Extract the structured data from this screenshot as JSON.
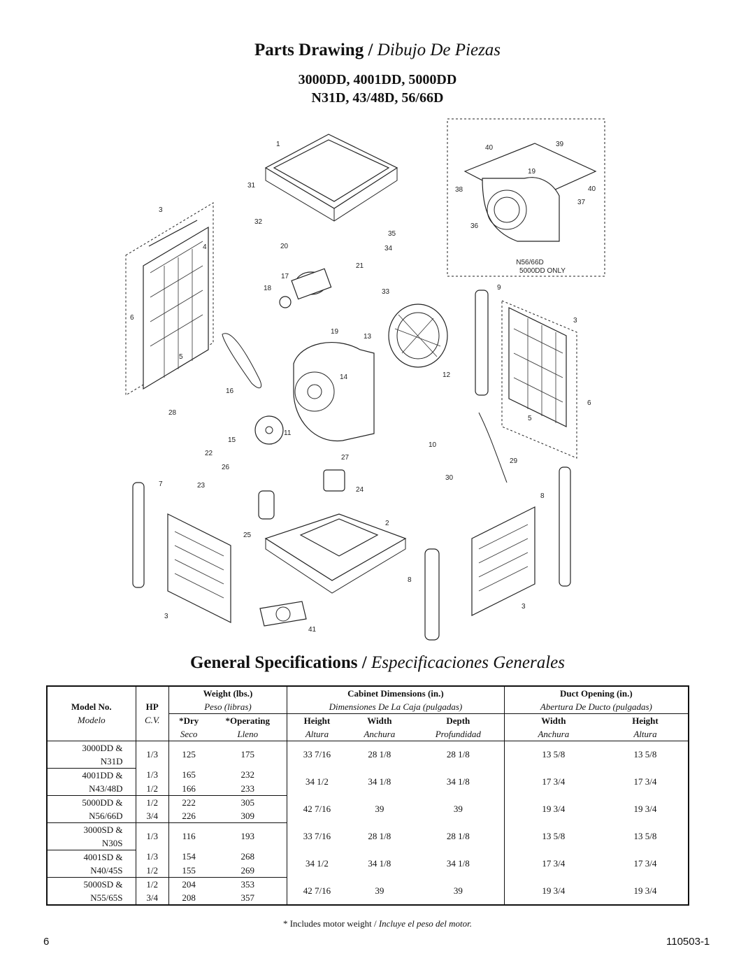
{
  "titles": {
    "parts_drawing": "Parts Drawing",
    "separator": "/",
    "parts_drawing_es": "Dibujo De Piezas",
    "models_line1": "3000DD, 4001DD, 5000DD",
    "models_line2": "N31D, 43/48D, 56/66D",
    "general_specs": "General Specifications",
    "general_specs_es": "Especificaciones Generales"
  },
  "drawing": {
    "inset_note_line1": "N56/66D",
    "inset_note_line2": "5000DD ONLY",
    "part_numbers": [
      "1",
      "2",
      "3",
      "4",
      "5",
      "6",
      "7",
      "8",
      "9",
      "10",
      "11",
      "12",
      "13",
      "14",
      "15",
      "16",
      "17",
      "18",
      "19",
      "20",
      "21",
      "22",
      "23",
      "24",
      "25",
      "26",
      "27",
      "28",
      "29",
      "30",
      "31",
      "32",
      "33",
      "34",
      "35",
      "36",
      "37",
      "38",
      "39",
      "40",
      "41"
    ]
  },
  "table": {
    "headers": {
      "model_no": "Model No.",
      "modelo": "Modelo",
      "hp": "HP",
      "cv": "C.V.",
      "weight": "Weight (lbs.)",
      "peso": "Peso (libras)",
      "dry": "*Dry",
      "seco": "Seco",
      "operating": "*Operating",
      "lleno": "Lleno",
      "cabinet": "Cabinet Dimensions (in.)",
      "cabinet_es": "Dimensiones De La Caja (pulgadas)",
      "height": "Height",
      "altura": "Altura",
      "width": "Width",
      "anchura": "Anchura",
      "depth": "Depth",
      "profundidad": "Profundidad",
      "duct": "Duct Opening (in.)",
      "duct_es": "Abertura De Ducto (pulgadas)"
    },
    "groups": [
      {
        "models": [
          "3000DD &",
          "N31D"
        ],
        "hp": [
          "1/3"
        ],
        "dry": [
          "125"
        ],
        "operating": [
          "175"
        ],
        "cab_h": "33 7/16",
        "cab_w": "28 1/8",
        "cab_d": "28 1/8",
        "duct_w": "13 5/8",
        "duct_h": "13 5/8"
      },
      {
        "models": [
          "4001DD &",
          "N43/48D"
        ],
        "hp": [
          "1/3",
          "1/2"
        ],
        "dry": [
          "165",
          "166"
        ],
        "operating": [
          "232",
          "233"
        ],
        "cab_h": "34 1/2",
        "cab_w": "34 1/8",
        "cab_d": "34 1/8",
        "duct_w": "17 3/4",
        "duct_h": "17 3/4"
      },
      {
        "models": [
          "5000DD &",
          "N56/66D"
        ],
        "hp": [
          "1/2",
          "3/4"
        ],
        "dry": [
          "222",
          "226"
        ],
        "operating": [
          "305",
          "309"
        ],
        "cab_h": "42 7/16",
        "cab_w": "39",
        "cab_d": "39",
        "duct_w": "19 3/4",
        "duct_h": "19 3/4"
      },
      {
        "models": [
          "3000SD &",
          "N30S"
        ],
        "hp": [
          "1/3"
        ],
        "dry": [
          "116"
        ],
        "operating": [
          "193"
        ],
        "cab_h": "33 7/16",
        "cab_w": "28 1/8",
        "cab_d": "28 1/8",
        "duct_w": "13 5/8",
        "duct_h": "13 5/8"
      },
      {
        "models": [
          "4001SD &",
          "N40/45S"
        ],
        "hp": [
          "1/3",
          "1/2"
        ],
        "dry": [
          "154",
          "155"
        ],
        "operating": [
          "268",
          "269"
        ],
        "cab_h": "34 1/2",
        "cab_w": "34 1/8",
        "cab_d": "34 1/8",
        "duct_w": "17 3/4",
        "duct_h": "17 3/4"
      },
      {
        "models": [
          "5000SD &",
          "N55/65S"
        ],
        "hp": [
          "1/2",
          "3/4"
        ],
        "dry": [
          "204",
          "208"
        ],
        "operating": [
          "353",
          "357"
        ],
        "cab_h": "42 7/16",
        "cab_w": "39",
        "cab_d": "39",
        "duct_w": "19 3/4",
        "duct_h": "19 3/4"
      }
    ]
  },
  "footnote": {
    "text": "* Includes motor weight /",
    "text_es": "Incluye el peso del motor."
  },
  "page_number": "6",
  "document_number": "110503-1"
}
